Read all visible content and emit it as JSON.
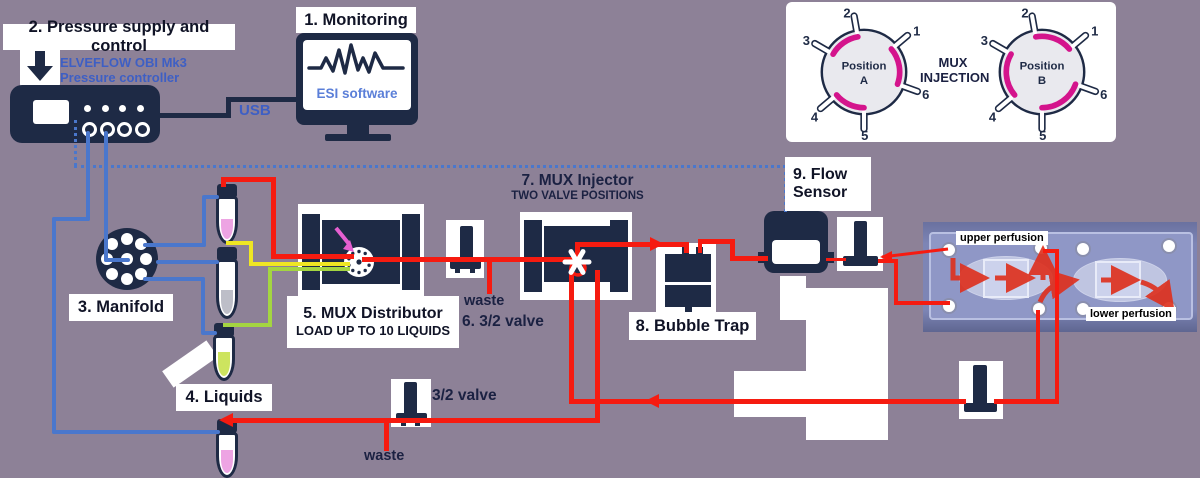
{
  "panel_labels": {
    "monitoring": "1. Monitoring",
    "pressure_supply": "2. Pressure supply and control",
    "manifold": "3. Manifold",
    "liquids": "4. Liquids",
    "mux_distributor_title": "5. MUX Distributor",
    "mux_distributor_subtitle": "LOAD UP TO 10 LIQUIDS",
    "valve_6": "6. 3/2 valve",
    "mux_injector_title": "7. MUX Injector",
    "mux_injector_subtitle": "TWO VALVE POSITIONS",
    "bubble_trap": "8. Bubble Trap",
    "flow_sensor_line1": "9. Flow",
    "flow_sensor_line2": "Sensor",
    "valve_bottom": "3/2 valve",
    "waste_mid": "waste",
    "waste_bottom": "waste"
  },
  "device_text": {
    "controller_name_line1": "ELVEFLOW OBI Mk3",
    "controller_name_line2": "Pressure controller",
    "usb": "USB",
    "software": "ESI software"
  },
  "chip": {
    "upper_label": "upper perfusion",
    "lower_label": "lower perfusion"
  },
  "valve_positions": {
    "center_line1": "MUX",
    "center_line2": "INJECTION",
    "a_line1": "Position",
    "a_line2": "A",
    "b_line1": "Position",
    "b_line2": "B",
    "ports": [
      "1",
      "2",
      "3",
      "4",
      "5",
      "6"
    ]
  },
  "colors": {
    "background": "#8d8197",
    "navy": "#1e2a45",
    "tubing_red": "#f61b10",
    "tubing_blue": "#4a77cc",
    "tubing_yellow": "#efe623",
    "tubing_green": "#a4d541",
    "valve_magenta": "#d4148c",
    "blue_text": "#3e5fc4"
  }
}
